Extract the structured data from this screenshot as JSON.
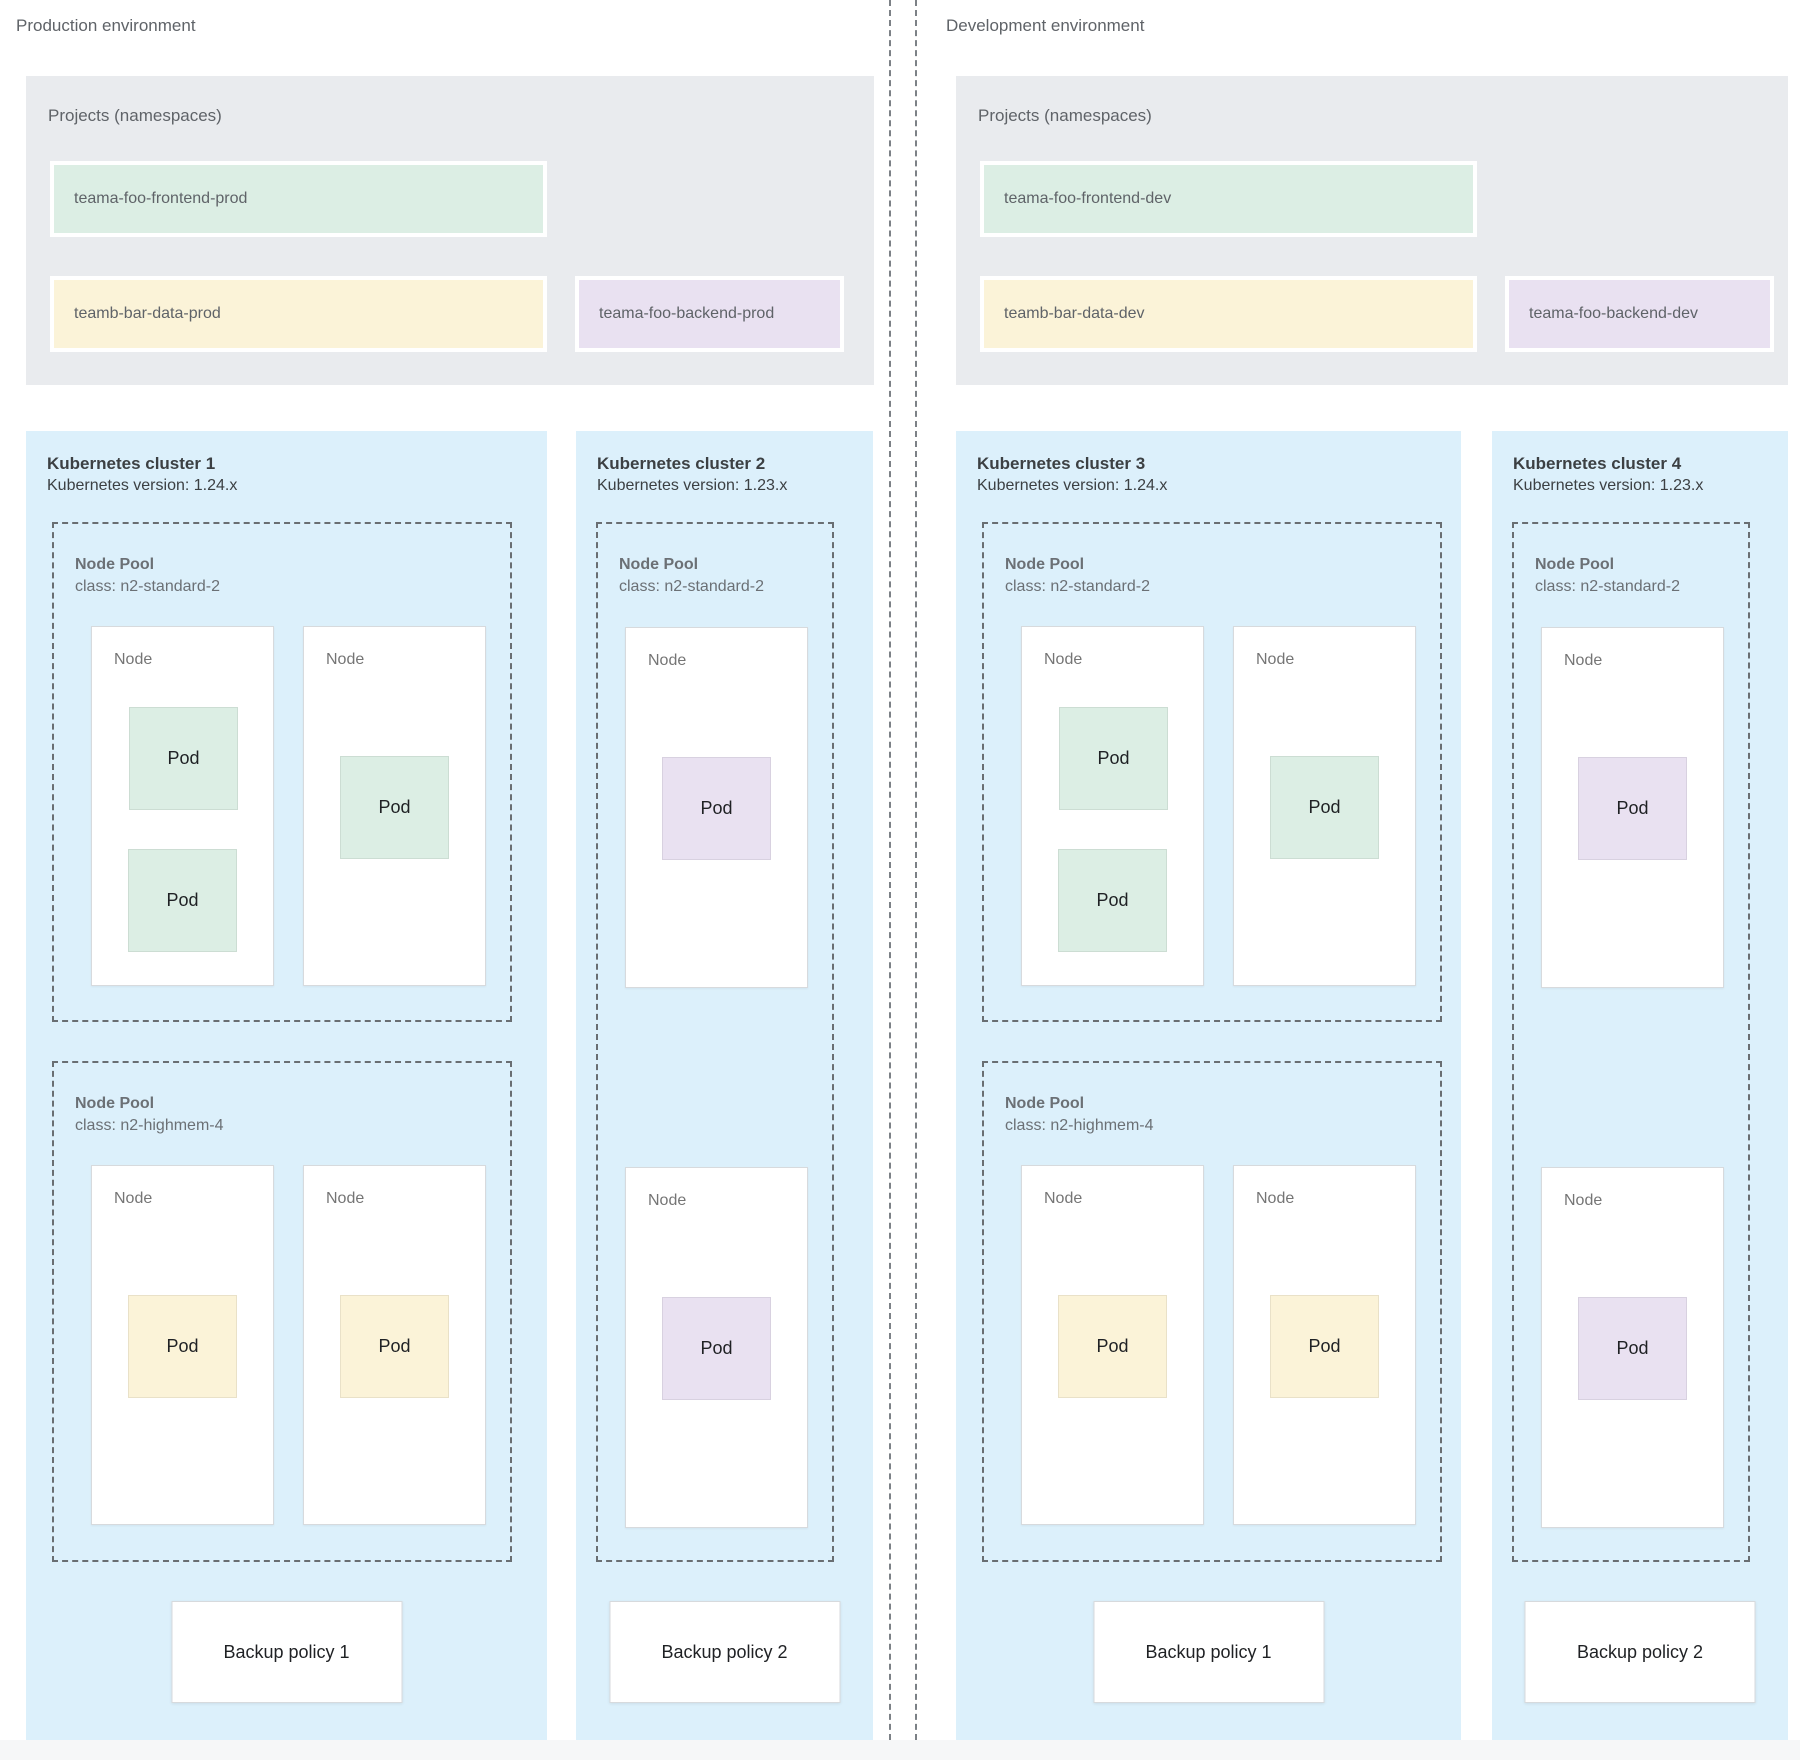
{
  "labels": {
    "node": "Node",
    "pod": "Pod"
  },
  "colors": {
    "cluster_card_bg": "#dcf0fb",
    "projects_panel_bg": "#e9ebee",
    "namespace_green": "#dceee4",
    "namespace_yellow": "#fbf3d8",
    "namespace_purple": "#e9e1f1",
    "node_bg": "#ffffff",
    "box_border": "#d7dadd",
    "dashed_border": "#696e72",
    "divider_dash": "#7c8186",
    "text_primary": "#3c4043",
    "text_secondary": "#5f6368"
  },
  "environments": [
    {
      "name": "Production environment",
      "projects_panel": {
        "title": "Projects (namespaces)",
        "namespaces": [
          {
            "name": "teama-foo-frontend-prod",
            "color": "green"
          },
          {
            "name": "teamb-bar-data-prod",
            "color": "yellow"
          },
          {
            "name": "teama-foo-backend-prod",
            "color": "purple"
          }
        ]
      },
      "clusters": [
        {
          "title": "Kubernetes cluster 1",
          "version": "Kubernetes version: 1.24.x",
          "backup_policy": "Backup policy 1",
          "pools": [
            {
              "name": "Node Pool",
              "class": "class: n2-standard-2",
              "nodes": [
                {
                  "label": "Node",
                  "pods": [
                    {
                      "label": "Pod",
                      "color": "green"
                    },
                    {
                      "label": "Pod",
                      "color": "green"
                    }
                  ]
                },
                {
                  "label": "Node",
                  "pods": [
                    {
                      "label": "Pod",
                      "color": "green"
                    }
                  ]
                }
              ]
            },
            {
              "name": "Node Pool",
              "class": "class: n2-highmem-4",
              "nodes": [
                {
                  "label": "Node",
                  "pods": [
                    {
                      "label": "Pod",
                      "color": "yellow"
                    }
                  ]
                },
                {
                  "label": "Node",
                  "pods": [
                    {
                      "label": "Pod",
                      "color": "yellow"
                    }
                  ]
                }
              ]
            }
          ]
        },
        {
          "title": "Kubernetes cluster 2",
          "version": "Kubernetes version: 1.23.x",
          "backup_policy": "Backup policy 2",
          "pools": [
            {
              "name": "Node Pool",
              "class": "class: n2-standard-2",
              "nodes": [
                {
                  "label": "Node",
                  "pods": [
                    {
                      "label": "Pod",
                      "color": "purple"
                    }
                  ]
                },
                {
                  "label": "Node",
                  "pods": [
                    {
                      "label": "Pod",
                      "color": "purple"
                    }
                  ]
                }
              ]
            }
          ]
        }
      ]
    },
    {
      "name": "Development environment",
      "projects_panel": {
        "title": "Projects (namespaces)",
        "namespaces": [
          {
            "name": "teama-foo-frontend-dev",
            "color": "green"
          },
          {
            "name": "teamb-bar-data-dev",
            "color": "yellow"
          },
          {
            "name": "teama-foo-backend-dev",
            "color": "purple"
          }
        ]
      },
      "clusters": [
        {
          "title": "Kubernetes cluster 3",
          "version": "Kubernetes version: 1.24.x",
          "backup_policy": "Backup policy 1",
          "pools": [
            {
              "name": "Node Pool",
              "class": "class: n2-standard-2",
              "nodes": [
                {
                  "label": "Node",
                  "pods": [
                    {
                      "label": "Pod",
                      "color": "green"
                    },
                    {
                      "label": "Pod",
                      "color": "green"
                    }
                  ]
                },
                {
                  "label": "Node",
                  "pods": [
                    {
                      "label": "Pod",
                      "color": "green"
                    }
                  ]
                }
              ]
            },
            {
              "name": "Node Pool",
              "class": "class: n2-highmem-4",
              "nodes": [
                {
                  "label": "Node",
                  "pods": [
                    {
                      "label": "Pod",
                      "color": "yellow"
                    }
                  ]
                },
                {
                  "label": "Node",
                  "pods": [
                    {
                      "label": "Pod",
                      "color": "yellow"
                    }
                  ]
                }
              ]
            }
          ]
        },
        {
          "title": "Kubernetes cluster 4",
          "version": "Kubernetes version: 1.23.x",
          "backup_policy": "Backup policy 2",
          "pools": [
            {
              "name": "Node Pool",
              "class": "class: n2-standard-2",
              "nodes": [
                {
                  "label": "Node",
                  "pods": [
                    {
                      "label": "Pod",
                      "color": "purple"
                    }
                  ]
                },
                {
                  "label": "Node",
                  "pods": [
                    {
                      "label": "Pod",
                      "color": "purple"
                    }
                  ]
                }
              ]
            }
          ]
        }
      ]
    }
  ]
}
